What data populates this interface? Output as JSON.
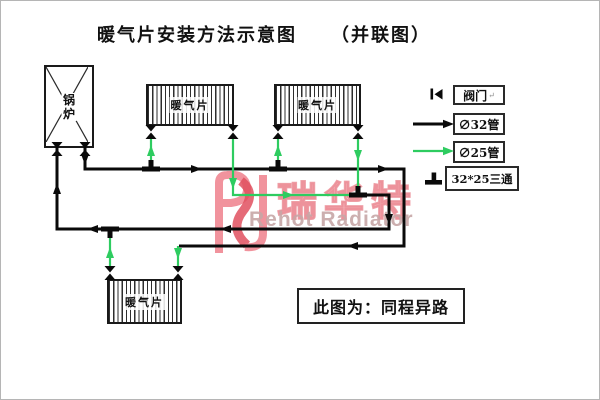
{
  "title": {
    "main": "暖气片安装方法示意图",
    "sub": "（并联图）"
  },
  "boiler": {
    "label": "锅炉"
  },
  "radiators": {
    "label": "暖气片"
  },
  "legend": {
    "items": [
      {
        "symbol": "valve-icon",
        "label": "阀门",
        "mark": "↵"
      },
      {
        "symbol": "pipe-32-arrow-icon",
        "label": "∅32管"
      },
      {
        "symbol": "pipe-25-arrow-icon",
        "label": "∅25管"
      },
      {
        "symbol": "tee-icon",
        "label": "32*25三通"
      }
    ]
  },
  "note": {
    "text": "此图为：同程异路"
  },
  "watermark": {
    "cn": "瑞华特",
    "en": "Rehot Radiator"
  },
  "colors": {
    "pipe_32": "#0a0a0a",
    "pipe_25": "#2ecc60",
    "brand_red": "#ee8591"
  }
}
